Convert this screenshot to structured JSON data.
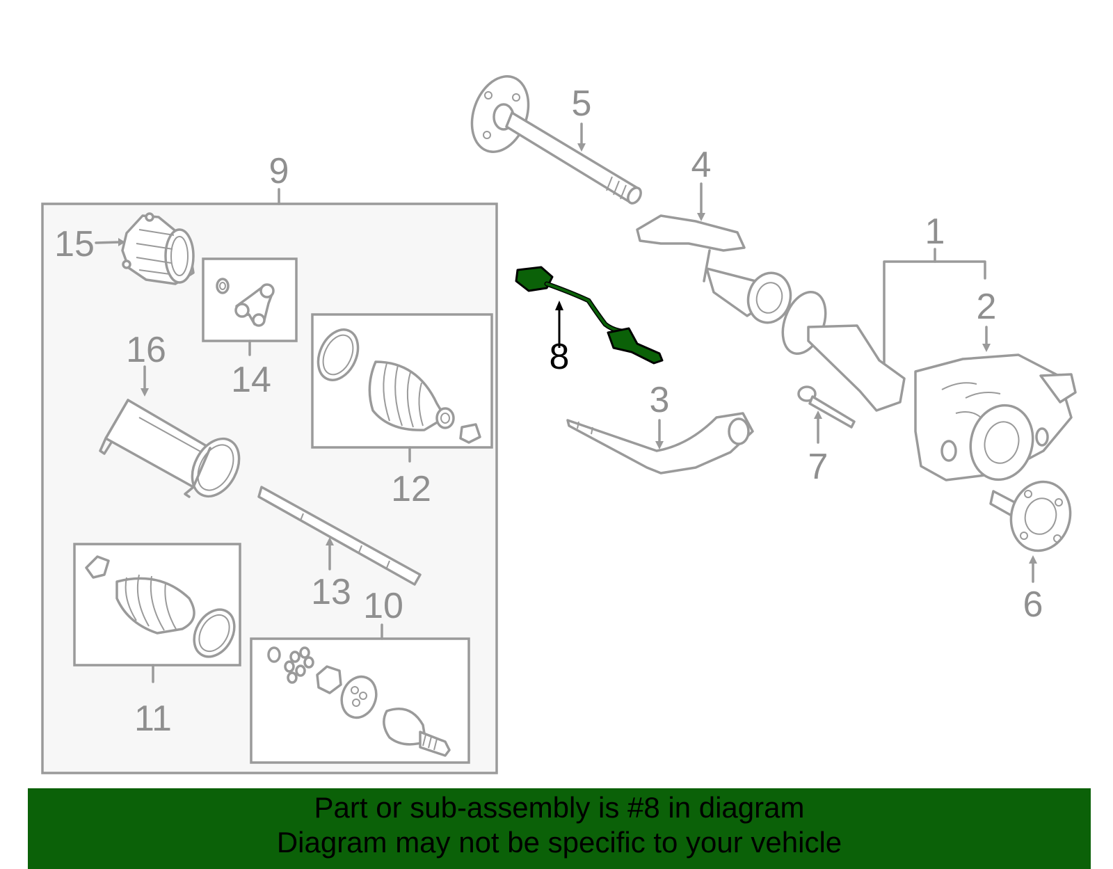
{
  "diagram": {
    "labels": {
      "p1": "1",
      "p2": "2",
      "p3": "3",
      "p4": "4",
      "p5": "5",
      "p6": "6",
      "p7": "7",
      "p8": "8",
      "p9": "9",
      "p10": "10",
      "p11": "11",
      "p12": "12",
      "p13": "13",
      "p14": "14",
      "p15": "15",
      "p16": "16"
    },
    "highlighted_part": "8",
    "colors": {
      "line": "#9a9a9a",
      "highlight_fill": "#0b6108",
      "panel_fill": "#f7f7f7",
      "banner": "#0b6108"
    }
  },
  "banner": {
    "line1": "Part or sub-assembly is #8 in diagram",
    "line2": "Diagram may not be specific to your vehicle"
  }
}
